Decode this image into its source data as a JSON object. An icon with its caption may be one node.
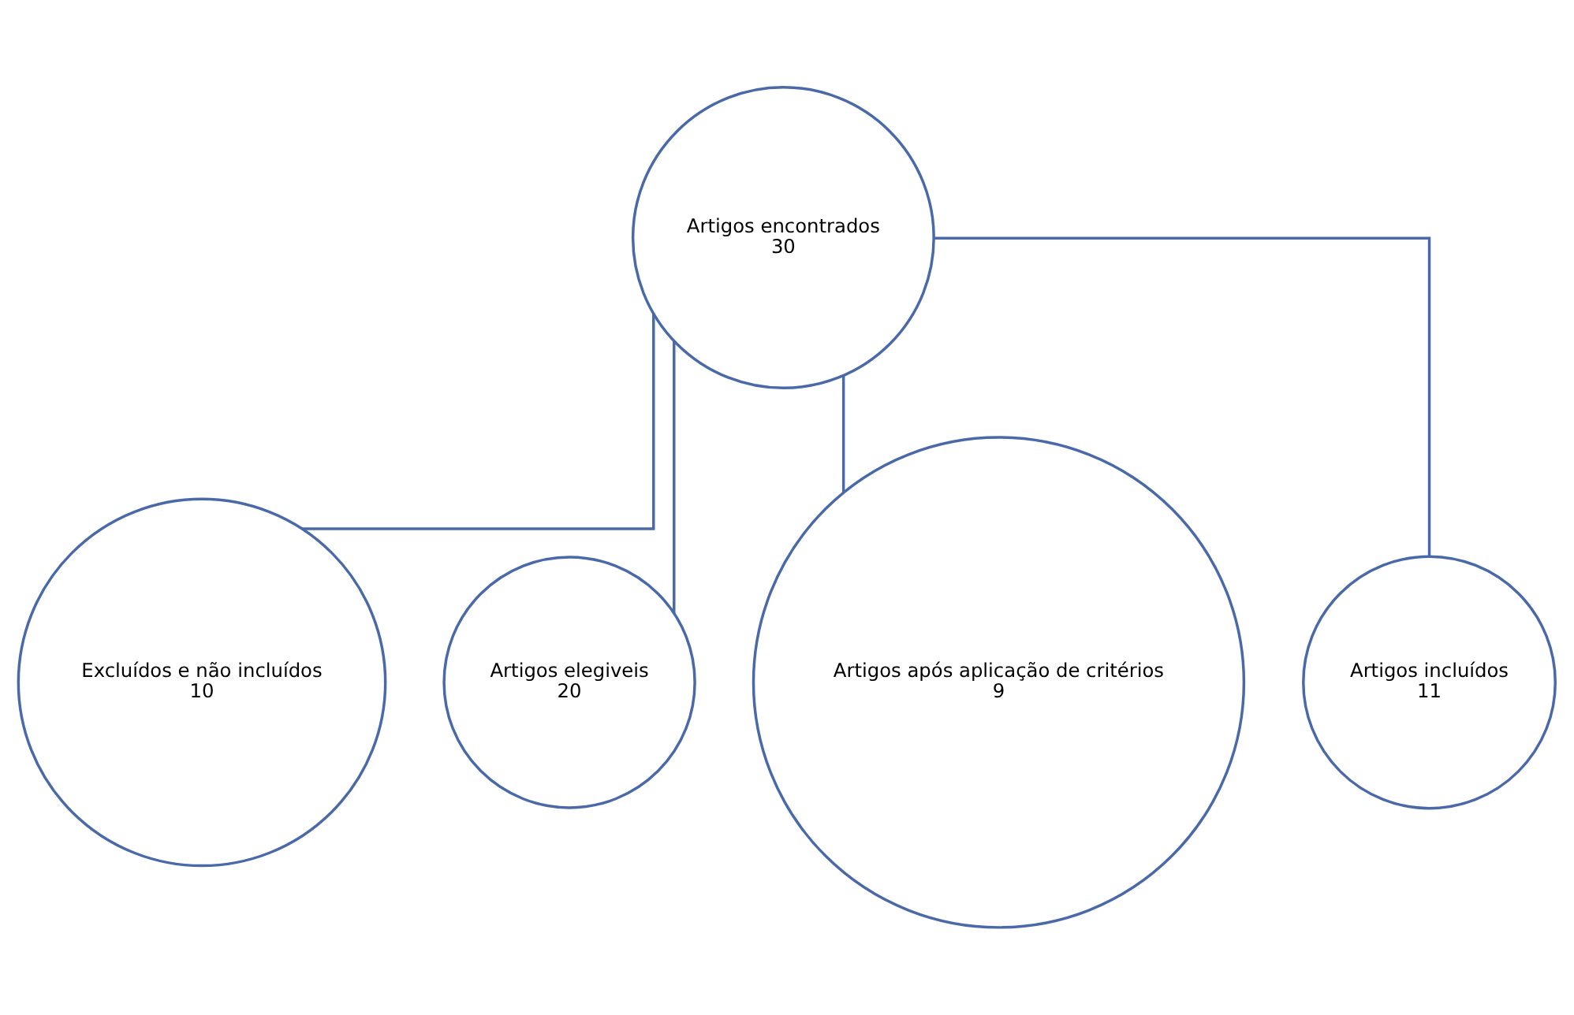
{
  "diagram": {
    "nodes": [
      {
        "text": [
          "Artigos encontrados",
          "30"
        ]
      },
      {
        "text": [
          "Excluídos e não incluídos",
          "10"
        ]
      },
      {
        "text": [
          "Artigos elegiveis",
          "20"
        ]
      },
      {
        "text": [
          "Artigos após aplicação de critérios",
          "9"
        ]
      },
      {
        "text": [
          "Artigos incluídos",
          "11"
        ]
      }
    ],
    "edges": [
      {
        "from": 0,
        "to": 1,
        "arrow": "none"
      },
      {
        "from": 0,
        "to": 2,
        "arrow": "none"
      },
      {
        "from": 0,
        "to": 3,
        "arrow": "none"
      },
      {
        "from": 0,
        "to": 4,
        "arrow": "none"
      }
    ]
  }
}
